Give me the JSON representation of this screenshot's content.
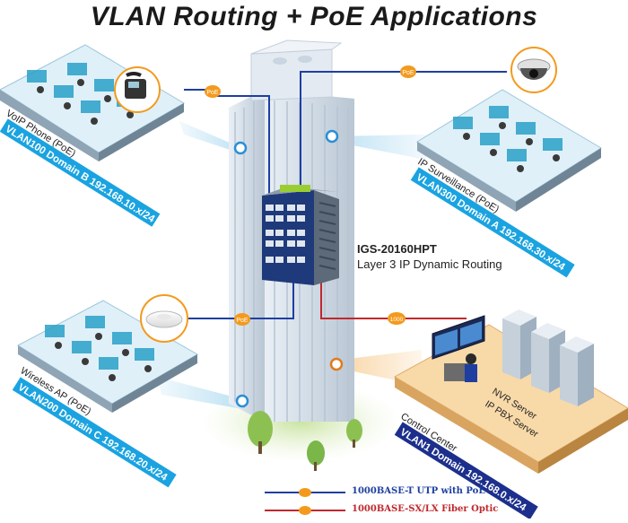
{
  "title": "VLAN Routing + PoE Applications",
  "device": {
    "name": "IGS-20160HPT",
    "description": "Layer 3 IP Dynamic Routing"
  },
  "zones": {
    "voip": {
      "label": "VoIP Phone (PoE)",
      "vlan": "VLAN100 Domain B 192.168.10.x/24"
    },
    "surveillance": {
      "label": "IP Surveillance (PoE)",
      "vlan": "VLAN300 Domain A 192.168.30.x/24"
    },
    "wireless": {
      "label": "Wireless AP (PoE)",
      "vlan": "VLAN200 Domain C 192.168.20.x/24"
    },
    "control": {
      "label": "Control Center",
      "vlan": "VLAN1 Domain 192.168.0.x/24",
      "server_label_1": "NVR Server",
      "server_label_2": "IP PBX Server"
    }
  },
  "badges": {
    "poe": "PoE",
    "fiber": "1000"
  },
  "legend": [
    {
      "label": "1000BASE-T UTP with PoE",
      "color": "#1e3fa0"
    },
    {
      "label": "1000BASE-SX/LX Fiber Optic",
      "color": "#c0282d"
    }
  ],
  "colors": {
    "utp": "#1e3fa0",
    "fiber": "#c0282d",
    "badge": "#f39a1e",
    "vlan_banner": "#1aa3e0",
    "control_banner": "#1c2f8c",
    "floor_blue": "#dff0f8",
    "floor_orange": "#f8d9a8"
  }
}
